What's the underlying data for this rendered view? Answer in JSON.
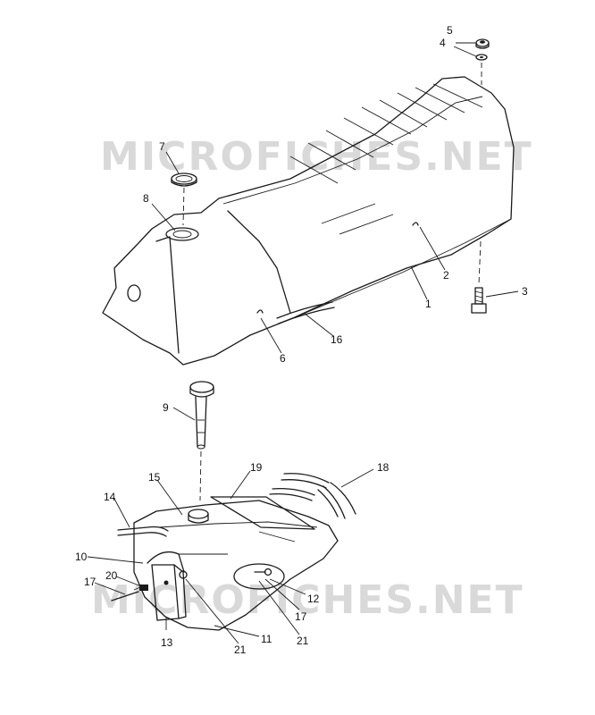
{
  "watermark": "MICROFICHES.NET",
  "callouts": {
    "c1": "1",
    "c2": "2",
    "c3": "3",
    "c4": "4",
    "c5": "5",
    "c6": "6",
    "c7": "7",
    "c8": "8",
    "c9": "9",
    "c10": "10",
    "c11": "11",
    "c12": "12",
    "c13": "13",
    "c14": "14",
    "c15": "15",
    "c16": "16",
    "c17a": "17",
    "c17b": "17",
    "c18": "18",
    "c19": "19",
    "c20": "20",
    "c21a": "21",
    "c21b": "21"
  }
}
